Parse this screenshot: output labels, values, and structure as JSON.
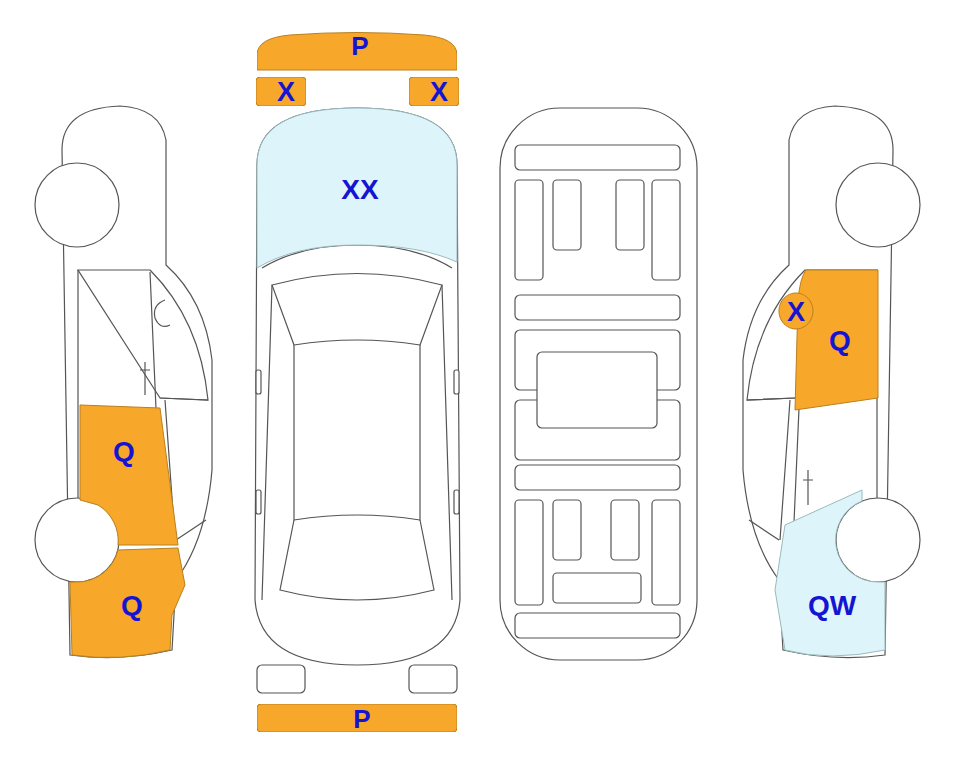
{
  "diagram": {
    "nodes": [
      {
        "text": [
          "P"
        ]
      },
      {
        "text": [
          "X"
        ]
      },
      {
        "text": [
          "X"
        ]
      },
      {
        "text": [
          "XX"
        ]
      },
      {
        "text": [
          "X"
        ]
      },
      {
        "text": [
          "Q"
        ]
      },
      {
        "text": [
          "Q"
        ]
      },
      {
        "text": [
          "Q"
        ]
      },
      {
        "text": [
          "QW"
        ]
      },
      {
        "text": [
          "P"
        ]
      }
    ]
  }
}
